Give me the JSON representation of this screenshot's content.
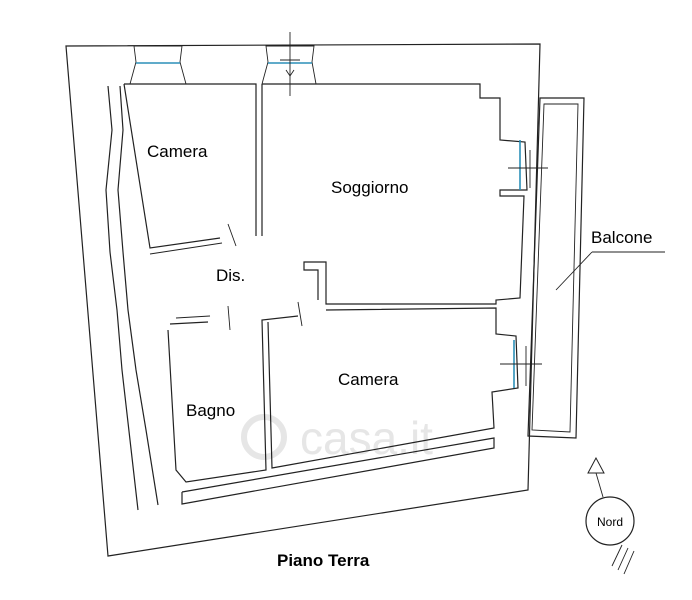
{
  "rooms": {
    "camera_top": "Camera",
    "soggiorno": "Soggiorno",
    "dis": "Dis.",
    "camera_bottom": "Camera",
    "bagno": "Bagno"
  },
  "balcone_label": "Balcone",
  "floor_title": "Piano Terra",
  "compass_label": "Nord",
  "watermark": "casa.it",
  "colors": {
    "walls": "#222222",
    "glass": "#2b8fb8",
    "watermark": "#e6e6e6"
  }
}
